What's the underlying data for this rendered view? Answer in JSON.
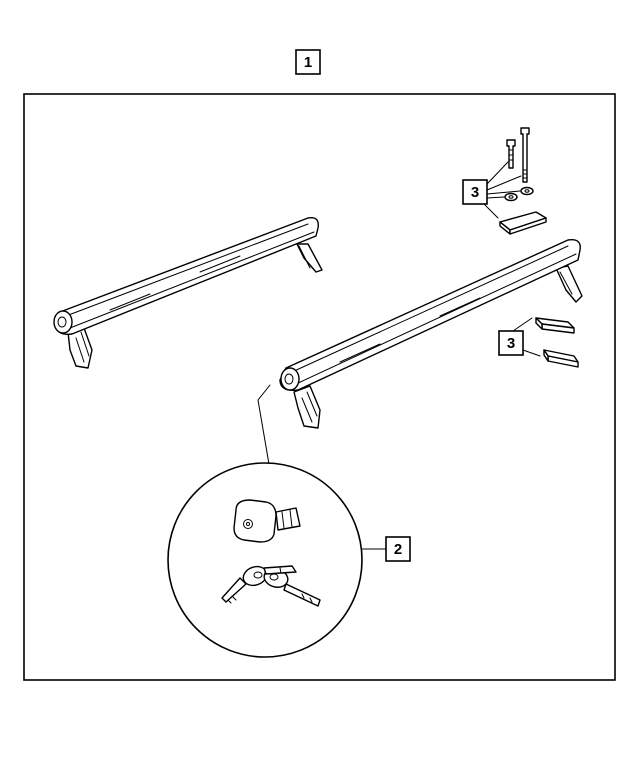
{
  "callouts": {
    "assembly": "1",
    "lock_kit": "2",
    "hardware_top": "3",
    "hardware_side": "3"
  }
}
